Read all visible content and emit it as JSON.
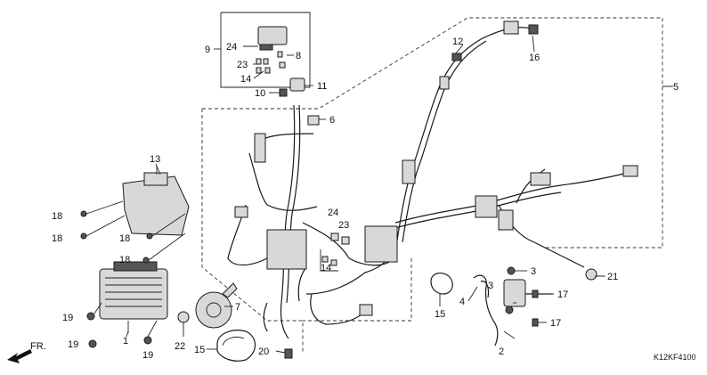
{
  "diagram": {
    "drawing_code": "K12KF4100",
    "front_indicator": "FR.",
    "callouts": {
      "c1": "1",
      "c2": "2",
      "c3": "3",
      "c3b": "3",
      "c4": "4",
      "c5": "5",
      "c6": "6",
      "c7": "7",
      "c8": "8",
      "c9": "9",
      "c10": "10",
      "c11": "11",
      "c12": "12",
      "c13": "13",
      "c14a": "14",
      "c14b": "14",
      "c15a": "15",
      "c15b": "15",
      "c16": "16",
      "c17a": "17",
      "c17b": "17",
      "c18a": "18",
      "c18b": "18",
      "c18c": "18",
      "c18d": "18",
      "c19a": "19",
      "c19b": "19",
      "c19c": "19",
      "c20": "20",
      "c21": "21",
      "c22": "22",
      "c23a": "23",
      "c23b": "23",
      "c24a": "24",
      "c24b": "24"
    }
  }
}
